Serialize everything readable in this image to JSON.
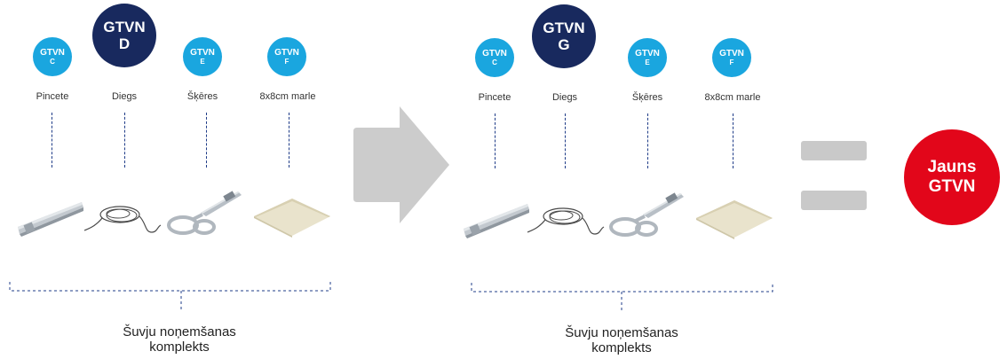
{
  "group1": {
    "items": [
      {
        "badge_l1": "GTVN",
        "badge_l2": "C",
        "label": "Pincete"
      },
      {
        "badge_l1": "GTVN",
        "badge_l2": "D",
        "label": "Diegs"
      },
      {
        "badge_l1": "GTVN",
        "badge_l2": "E",
        "label": "Šķēres"
      },
      {
        "badge_l1": "GTVN",
        "badge_l2": "F",
        "label": "8x8cm marle"
      }
    ],
    "caption_l1": "Šuvju noņemšanas",
    "caption_l2": "komplekts"
  },
  "group2": {
    "items": [
      {
        "badge_l1": "GTVN",
        "badge_l2": "C",
        "label": "Pincete"
      },
      {
        "badge_l1": "GTVN",
        "badge_l2": "G",
        "label": "Diegs"
      },
      {
        "badge_l1": "GTVN",
        "badge_l2": "E",
        "label": "Šķēres"
      },
      {
        "badge_l1": "GTVN",
        "badge_l2": "F",
        "label": "8x8cm marle"
      }
    ],
    "caption_l1": "Šuvju noņemšanas",
    "caption_l2": "komplekts"
  },
  "result": {
    "l1": "Jauns",
    "l2": "GTVN"
  },
  "colors": {
    "small_badge": "#1aa6df",
    "big_badge": "#18295e",
    "result": "#e2061a",
    "arrow": "#cccccc",
    "dash": "#1f3c88"
  }
}
